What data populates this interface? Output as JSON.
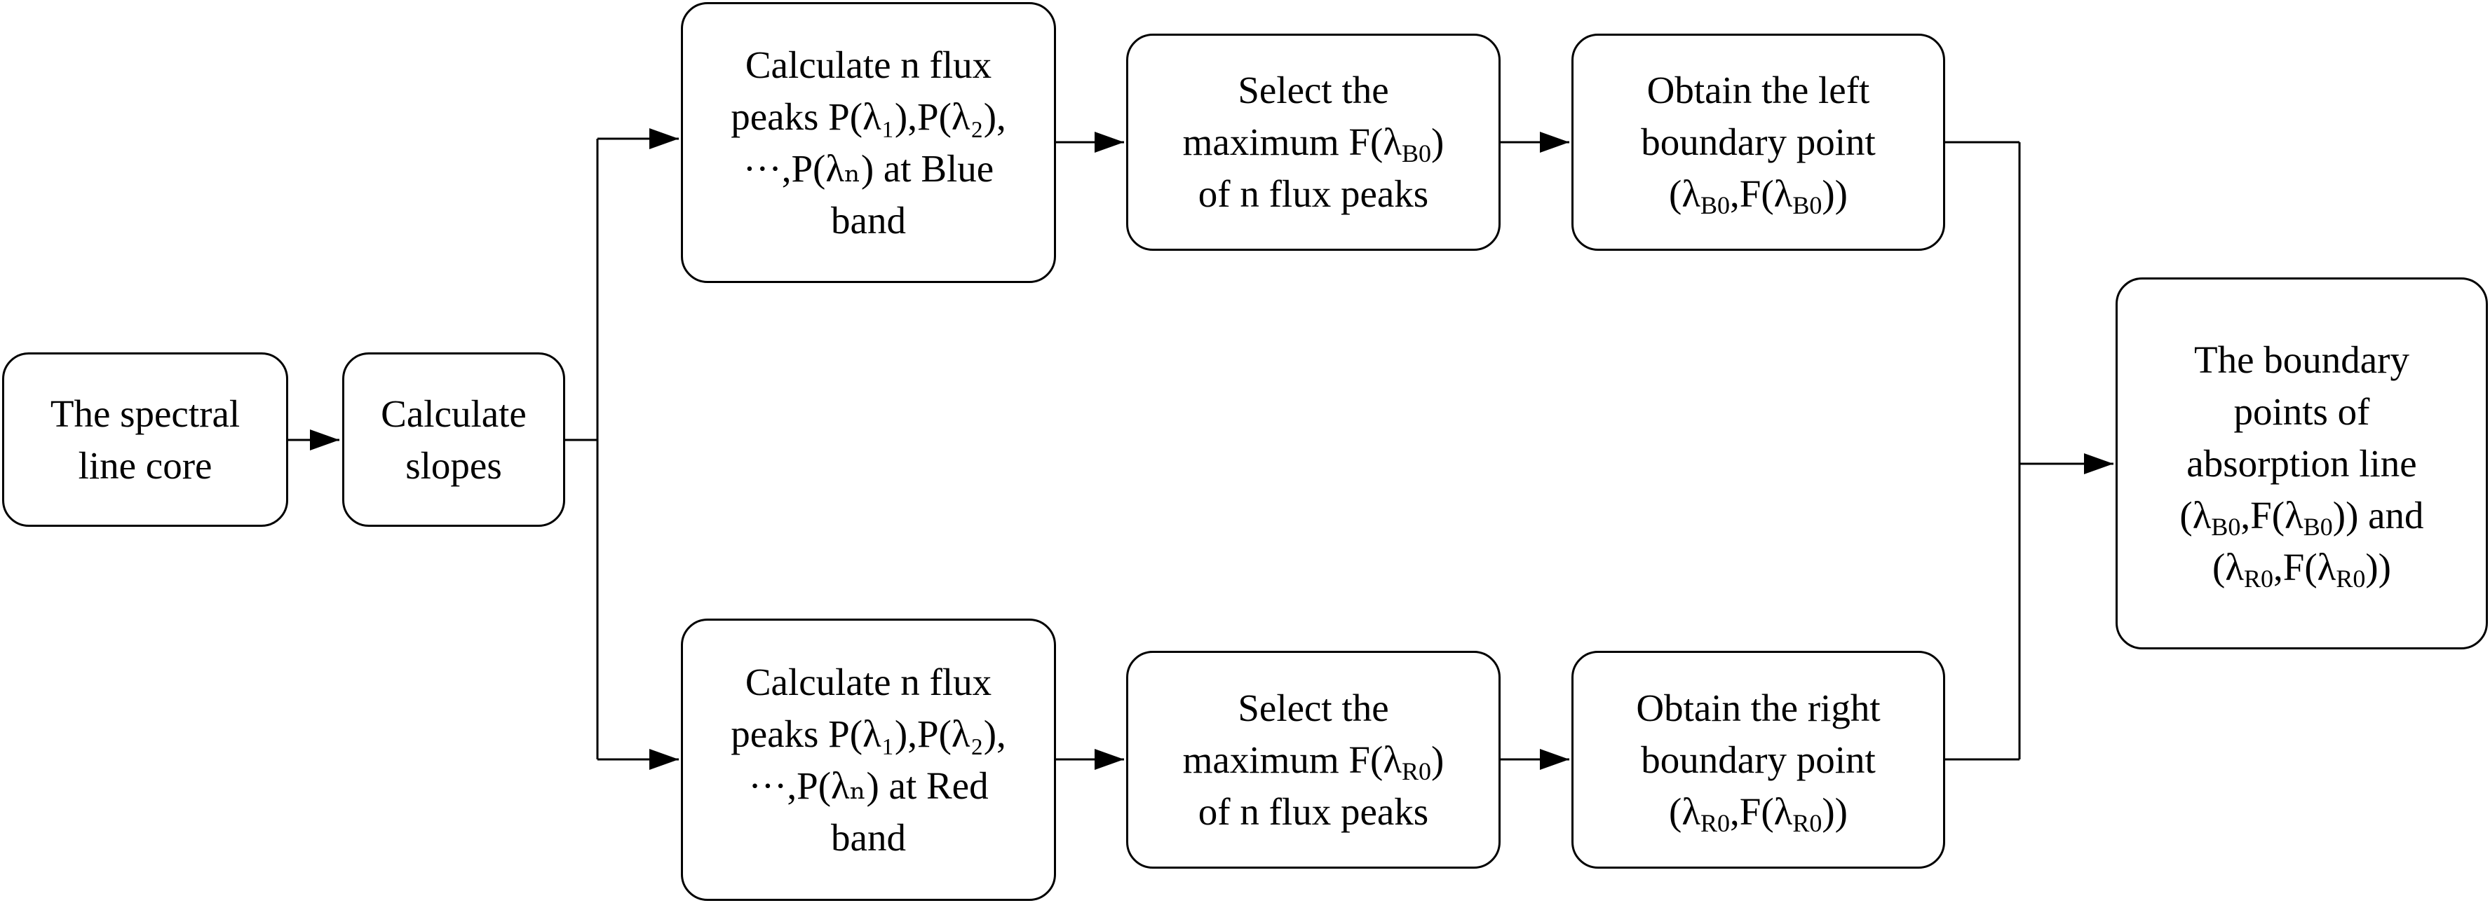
{
  "nodes": {
    "core": {
      "lines": [
        "The spectral",
        "line core"
      ]
    },
    "slopes": {
      "lines": [
        "Calculate",
        "slopes"
      ]
    },
    "blue_peaks": {
      "lines": [
        "Calculate n flux",
        "peaks P(λ₁),P(λ₂),",
        "···,P(λₙ) at Blue",
        "band"
      ]
    },
    "blue_select": {
      "lines": [
        "Select the",
        "maximum F(λB0)",
        "of n flux peaks"
      ]
    },
    "blue_boundary": {
      "lines": [
        "Obtain the left",
        "boundary point",
        "(λB0,F(λB0))"
      ]
    },
    "red_peaks": {
      "lines": [
        "Calculate n flux",
        "peaks P(λ₁),P(λ₂),",
        "···,P(λₙ) at Red",
        "band"
      ]
    },
    "red_select": {
      "lines": [
        "Select the",
        "maximum F(λR0)",
        "of n flux peaks"
      ]
    },
    "red_boundary": {
      "lines": [
        "Obtain the right",
        "boundary point",
        "(λR0,F(λR0))"
      ]
    },
    "result": {
      "lines": [
        "The boundary",
        "points of",
        "absorption line",
        "(λB0,F(λB0)) and",
        "(λR0,F(λR0))"
      ]
    }
  },
  "edges": [
    {
      "from": "core",
      "to": "slopes"
    },
    {
      "from": "slopes",
      "to": "blue_peaks"
    },
    {
      "from": "slopes",
      "to": "red_peaks"
    },
    {
      "from": "blue_peaks",
      "to": "blue_select"
    },
    {
      "from": "blue_select",
      "to": "blue_boundary"
    },
    {
      "from": "red_peaks",
      "to": "red_select"
    },
    {
      "from": "red_select",
      "to": "red_boundary"
    },
    {
      "from": "blue_boundary",
      "to": "result"
    },
    {
      "from": "red_boundary",
      "to": "result"
    }
  ]
}
